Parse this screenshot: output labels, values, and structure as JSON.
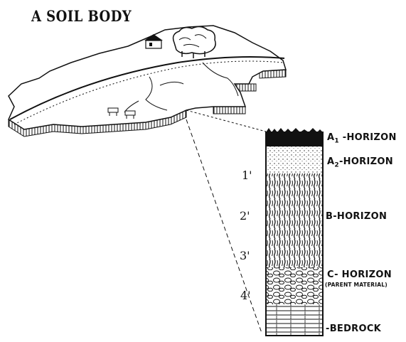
{
  "title": "A SOIL BODY",
  "horizons": {
    "a1": {
      "prefix": "A",
      "sub": "1",
      "suffix": " -HORIZON"
    },
    "a2": {
      "prefix": "A",
      "sub": "2",
      "suffix": "-HORIZON"
    },
    "b": "B-HORIZON",
    "c": "C- HORIZON",
    "c_note": "(PARENT MATERIAL)",
    "bedrock": "-BEDROCK"
  },
  "depth_marks": [
    "1'",
    "2'",
    "3'",
    "4'"
  ]
}
